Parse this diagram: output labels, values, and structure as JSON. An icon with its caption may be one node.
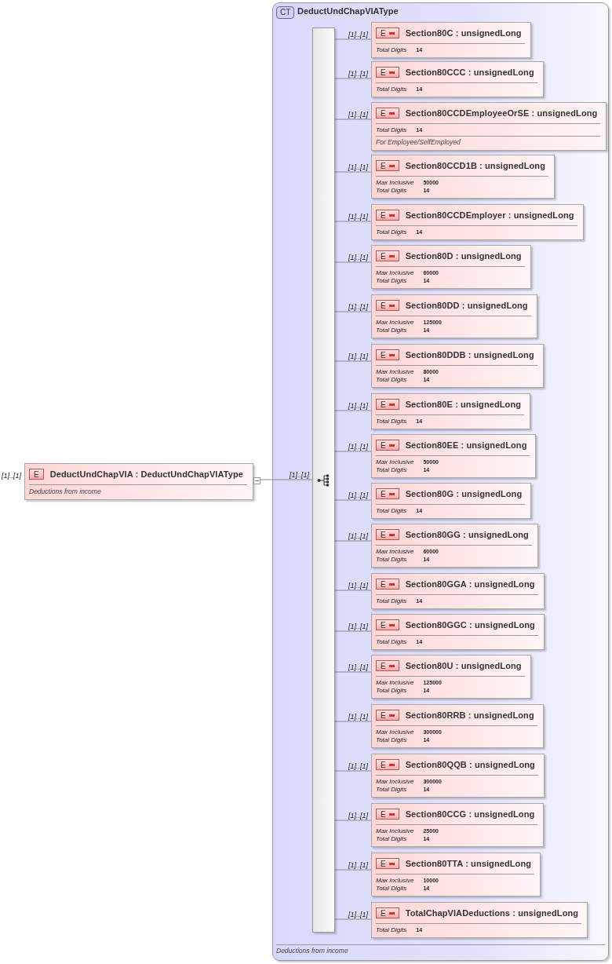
{
  "diagram": {
    "nodes": [
      {
        "text": [
          "E",
          "DeductUndChapVIA : DeductUndChapVIAType",
          "Deductions from income"
        ],
        "beside": [
          "[1]..[1]"
        ]
      },
      {
        "text": [
          "CT",
          "DeductUndChapVIAType",
          "Deductions from income"
        ]
      },
      {
        "text": [],
        "shape": "bar",
        "in": 1
      },
      {
        "text": [
          "E",
          "Section80C : unsignedLong",
          "Total Digits",
          "14"
        ],
        "in": 1
      },
      {
        "text": [
          "E",
          "Section80CCC : unsignedLong",
          "Total Digits",
          "14"
        ],
        "in": 1
      },
      {
        "text": [
          "E",
          "Section80CCDEmployeeOrSE : unsignedLong",
          "Total Digits",
          "14",
          "For Employee/SelfEmployed"
        ],
        "in": 1
      },
      {
        "text": [
          "E",
          "Section80CCD1B : unsignedLong",
          "Max Inclusive",
          "50000",
          "Total Digits",
          "14"
        ],
        "in": 1
      },
      {
        "text": [
          "E",
          "Section80CCDEmployer : unsignedLong",
          "Total Digits",
          "14"
        ],
        "in": 1
      },
      {
        "text": [
          "E",
          "Section80D : unsignedLong",
          "Max Inclusive",
          "60000",
          "Total Digits",
          "14"
        ],
        "in": 1
      },
      {
        "text": [
          "E",
          "Section80DD : unsignedLong",
          "Max Inclusive",
          "125000",
          "Total Digits",
          "14"
        ],
        "in": 1
      },
      {
        "text": [
          "E",
          "Section80DDB : unsignedLong",
          "Max Inclusive",
          "80000",
          "Total Digits",
          "14"
        ],
        "in": 1
      },
      {
        "text": [
          "E",
          "Section80E : unsignedLong",
          "Total Digits",
          "14"
        ],
        "in": 1
      },
      {
        "text": [
          "E",
          "Section80EE : unsignedLong",
          "Max Inclusive",
          "50000",
          "Total Digits",
          "14"
        ],
        "in": 1
      },
      {
        "text": [
          "E",
          "Section80G : unsignedLong",
          "Total Digits",
          "14"
        ],
        "in": 1
      },
      {
        "text": [
          "E",
          "Section80GG : unsignedLong",
          "Max Inclusive",
          "60000",
          "Total Digits",
          "14"
        ],
        "in": 1
      },
      {
        "text": [
          "E",
          "Section80GGA : unsignedLong",
          "Total Digits",
          "14"
        ],
        "in": 1
      },
      {
        "text": [
          "E",
          "Section80GGC : unsignedLong",
          "Total Digits",
          "14"
        ],
        "in": 1
      },
      {
        "text": [
          "E",
          "Section80U : unsignedLong",
          "Max Inclusive",
          "125000",
          "Total Digits",
          "14"
        ],
        "in": 1
      },
      {
        "text": [
          "E",
          "Section80RRB : unsignedLong",
          "Max Inclusive",
          "300000",
          "Total Digits",
          "14"
        ],
        "in": 1
      },
      {
        "text": [
          "E",
          "Section80QQB : unsignedLong",
          "Max Inclusive",
          "300000",
          "Total Digits",
          "14"
        ],
        "in": 1
      },
      {
        "text": [
          "E",
          "Section80CCG : unsignedLong",
          "Max Inclusive",
          "25000",
          "Total Digits",
          "14"
        ],
        "in": 1
      },
      {
        "text": [
          "E",
          "Section80TTA : unsignedLong",
          "Max Inclusive",
          "10000",
          "Total Digits",
          "14"
        ],
        "in": 1
      },
      {
        "text": [
          "E",
          "TotalChapVIADeductions : unsignedLong",
          "Total Digits",
          "14"
        ],
        "in": 1
      }
    ],
    "edges": [
      {
        "from": 0,
        "to": 2,
        "arrow": "none",
        "label": "[1]..[1]"
      },
      {
        "from": 2,
        "to": 3,
        "arrow": "none",
        "label": "[1]..[1]"
      },
      {
        "from": 2,
        "to": 4,
        "arrow": "none",
        "label": "[1]..[1]"
      },
      {
        "from": 2,
        "to": 5,
        "arrow": "none",
        "label": "[1]..[1]"
      },
      {
        "from": 2,
        "to": 6,
        "arrow": "none",
        "label": "[1]..[1]"
      },
      {
        "from": 2,
        "to": 7,
        "arrow": "none",
        "label": "[1]..[1]"
      },
      {
        "from": 2,
        "to": 8,
        "arrow": "none",
        "label": "[1]..[1]"
      },
      {
        "from": 2,
        "to": 9,
        "arrow": "none",
        "label": "[1]..[1]"
      },
      {
        "from": 2,
        "to": 10,
        "arrow": "none",
        "label": "[1]..[1]"
      },
      {
        "from": 2,
        "to": 11,
        "arrow": "none",
        "label": "[1]..[1]"
      },
      {
        "from": 2,
        "to": 12,
        "arrow": "none",
        "label": "[1]..[1]"
      },
      {
        "from": 2,
        "to": 13,
        "arrow": "none",
        "label": "[1]..[1]"
      },
      {
        "from": 2,
        "to": 14,
        "arrow": "none",
        "label": "[1]..[1]"
      },
      {
        "from": 2,
        "to": 15,
        "arrow": "none",
        "label": "[1]..[1]"
      },
      {
        "from": 2,
        "to": 16,
        "arrow": "none",
        "label": "[1]..[1]"
      },
      {
        "from": 2,
        "to": 17,
        "arrow": "none",
        "label": "[1]..[1]"
      },
      {
        "from": 2,
        "to": 18,
        "arrow": "none",
        "label": "[1]..[1]"
      },
      {
        "from": 2,
        "to": 19,
        "arrow": "none",
        "label": "[1]..[1]"
      },
      {
        "from": 2,
        "to": 20,
        "arrow": "none",
        "label": "[1]..[1]"
      },
      {
        "from": 2,
        "to": 21,
        "arrow": "none",
        "label": "[1]..[1]"
      },
      {
        "from": 2,
        "to": 22,
        "arrow": "none",
        "label": "[1]..[1]"
      }
    ]
  }
}
